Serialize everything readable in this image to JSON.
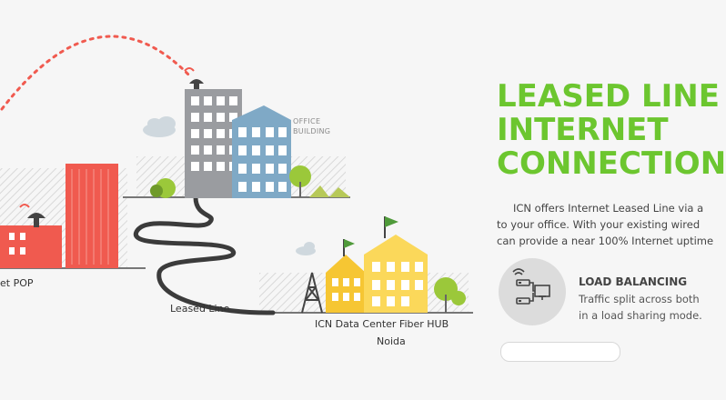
{
  "illustration": {
    "office_label": [
      "OFFICE",
      "BUILDING"
    ],
    "pop_label": "et  POP",
    "leased_line_label": "Leased Line",
    "datacenter_label": [
      "ICN Data Center Fiber HUB",
      "Noida"
    ]
  },
  "heading": {
    "lines": [
      "LEASED LINE",
      "INTERNET",
      "CONNECTION"
    ]
  },
  "description": {
    "brand": "ICN",
    "lines": [
      " offers Internet Leased Line via a",
      "to your office. With your existing wired",
      "can provide a near 100% Internet uptime"
    ]
  },
  "feature": {
    "title": "LOAD BALANCING",
    "lines": [
      "Traffic split across both",
      "in a load sharing mode."
    ]
  },
  "colors": {
    "accent_green": "#6cc62f",
    "pop_red": "#f05a4f",
    "office_grey": "#9a9ca0",
    "office_blue": "#7fa9c6",
    "datacenter_yellow": "#fbd85a",
    "datacenter_orange": "#f6c633",
    "cable": "#3b3b3b"
  }
}
